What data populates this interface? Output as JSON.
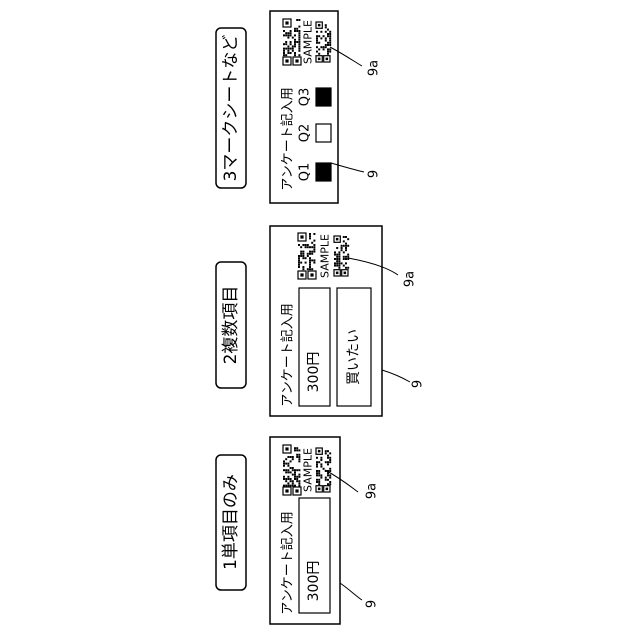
{
  "panels": [
    {
      "id": "panel-1",
      "heading": "1単項目のみ",
      "form_title": "アンケート記入用",
      "fields": [
        {
          "text": "300円"
        }
      ],
      "qr_text": "SAMPLE",
      "ref_main": "9",
      "ref_code": "9a"
    },
    {
      "id": "panel-2",
      "heading": "2複数項目",
      "form_title": "アンケート記入用",
      "fields": [
        {
          "text": "300円"
        },
        {
          "text": "買いたい"
        }
      ],
      "qr_text": "SAMPLE",
      "ref_main": "9",
      "ref_code": "9a"
    },
    {
      "id": "panel-3",
      "heading": "3マークシートなど",
      "form_title": "アンケート記入用",
      "marks": [
        {
          "label": "Q1",
          "filled": true
        },
        {
          "label": "Q2",
          "filled": false
        },
        {
          "label": "Q3",
          "filled": true
        }
      ],
      "qr_text": "SAMPLE",
      "ref_main": "9",
      "ref_code": "9a"
    }
  ]
}
